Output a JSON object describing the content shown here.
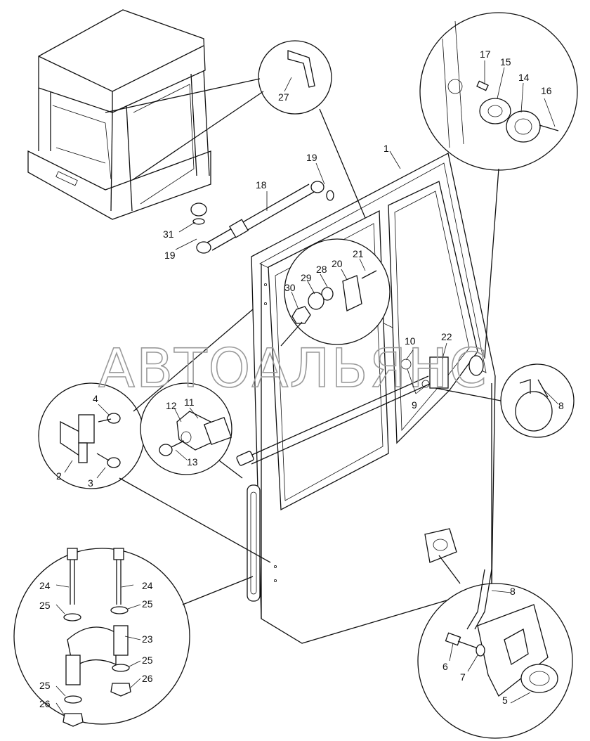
{
  "watermark": "АВТОАЛЬЯНС",
  "callouts": [
    {
      "id": "c1",
      "text": "1"
    },
    {
      "id": "c2",
      "text": "2"
    },
    {
      "id": "c3",
      "text": "3"
    },
    {
      "id": "c4",
      "text": "4"
    },
    {
      "id": "c5",
      "text": "5"
    },
    {
      "id": "c6",
      "text": "6"
    },
    {
      "id": "c7",
      "text": "7"
    },
    {
      "id": "c8a",
      "text": "8"
    },
    {
      "id": "c8b",
      "text": "8"
    },
    {
      "id": "c9",
      "text": "9"
    },
    {
      "id": "c10",
      "text": "10"
    },
    {
      "id": "c11",
      "text": "11"
    },
    {
      "id": "c12",
      "text": "12"
    },
    {
      "id": "c13",
      "text": "13"
    },
    {
      "id": "c14",
      "text": "14"
    },
    {
      "id": "c15",
      "text": "15"
    },
    {
      "id": "c16",
      "text": "16"
    },
    {
      "id": "c17",
      "text": "17"
    },
    {
      "id": "c18",
      "text": "18"
    },
    {
      "id": "c19a",
      "text": "19"
    },
    {
      "id": "c19b",
      "text": "19"
    },
    {
      "id": "c20",
      "text": "20"
    },
    {
      "id": "c21",
      "text": "21"
    },
    {
      "id": "c22",
      "text": "22"
    },
    {
      "id": "c23",
      "text": "23"
    },
    {
      "id": "c24a",
      "text": "24"
    },
    {
      "id": "c24b",
      "text": "24"
    },
    {
      "id": "c25a",
      "text": "25"
    },
    {
      "id": "c25b",
      "text": "25"
    },
    {
      "id": "c25c",
      "text": "25"
    },
    {
      "id": "c25d",
      "text": "25"
    },
    {
      "id": "c26a",
      "text": "26"
    },
    {
      "id": "c26b",
      "text": "26"
    },
    {
      "id": "c27",
      "text": "27"
    },
    {
      "id": "c28",
      "text": "28"
    },
    {
      "id": "c29",
      "text": "29"
    },
    {
      "id": "c30",
      "text": "30"
    },
    {
      "id": "c31",
      "text": "31"
    }
  ]
}
